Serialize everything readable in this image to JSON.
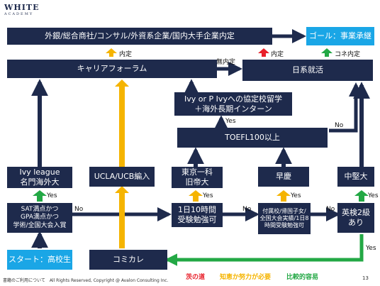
{
  "logo": {
    "top": "WHITE",
    "bottom": "ACADEMY"
  },
  "boxes": {
    "top_jobs": "外銀/総合商社/コンサル/外資系企業/国内大手企業内定",
    "goal": "ゴール：事業承継",
    "career_forum": "キャリアフォーラム",
    "japanese_job": "日系就活",
    "ivy_exchange_1": "Ivy or P Ivyへの協定校留学",
    "ivy_exchange_2": "＋海外長期インターン",
    "toefl": "TOEFL100以上",
    "ivy_league_1": "Ivy league",
    "ivy_league_2": "名門海外大",
    "ucla": "UCLA/UCB編入",
    "todai_1": "東京一科",
    "todai_2": "旧帝大",
    "soukei": "早慶",
    "chuken": "中堅大",
    "sat_1": "SAT満点かつ",
    "sat_2": "GPA満点かつ",
    "sat_3": "学術/全国大会入賞",
    "study10_1": "1日10時間",
    "study10_2": "受験勉強可",
    "fuzoku_1": "付属校/帰国子女/",
    "fuzoku_2": "全国大会実績/1日8",
    "fuzoku_3": "時間受験勉強可",
    "eiken_1": "英検2級",
    "eiken_2": "あり",
    "start": "スタート：高校生",
    "comicollege": "コミカレ"
  },
  "labels": {
    "naitei_left": "内定",
    "mu_naitei": "無内定",
    "naitei_mid": "内定",
    "kone_naitei": "コネ内定",
    "yes_exchange": "Yes",
    "no_toefl": "No",
    "yes_ivy": "Yes",
    "no_sat": "No",
    "yes_todai": "Yes",
    "no_study": "No",
    "yes_soukei": "Yes",
    "no_fuzoku": "No",
    "yes_chuken": "Yes",
    "yes_eiken": "Yes"
  },
  "legend": {
    "red": "茨の道",
    "yellow": "知恵か努力が必要",
    "green": "比較的容易"
  },
  "footer": {
    "left": "書籍のご利用について　All Rights Reserved, Copyright @ Avalon Consulting Inc.",
    "page": "13"
  },
  "colors": {
    "navy": "#1e2a4c",
    "cyan": "#1aa6e6",
    "red": "#e8202a",
    "yellow": "#f5b400",
    "green": "#23a845"
  }
}
